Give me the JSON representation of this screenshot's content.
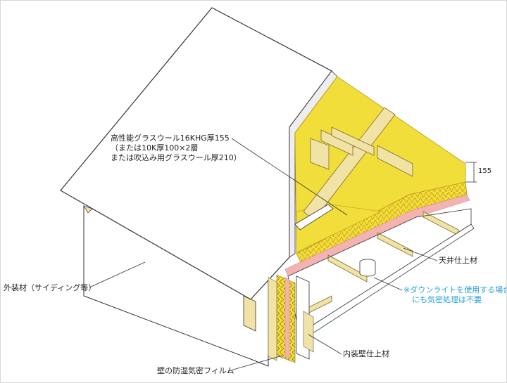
{
  "labels": {
    "insulation_line1": "高性能グラスウール16KHG厚155",
    "insulation_line2": "（または10K厚100×2層",
    "insulation_line3": "または吹込み用グラスウール厚210）",
    "exterior": "外装材（サイディング等）",
    "ceiling_finish": "天井仕上材",
    "downlight_note_line1": "※ダウンライトを使用する場合",
    "downlight_note_line2": "にも気密処理は不要",
    "interior_wall_finish": "内装壁仕上材",
    "vapor_film": "壁の防湿気密フィルム",
    "dimension_155": "155"
  },
  "colors": {
    "insulation": "#f2de3a",
    "wood": "#f1e3a6",
    "vapor_barrier": "#f4b3b3",
    "note_text": "#2aa0d8",
    "line": "#333333"
  }
}
